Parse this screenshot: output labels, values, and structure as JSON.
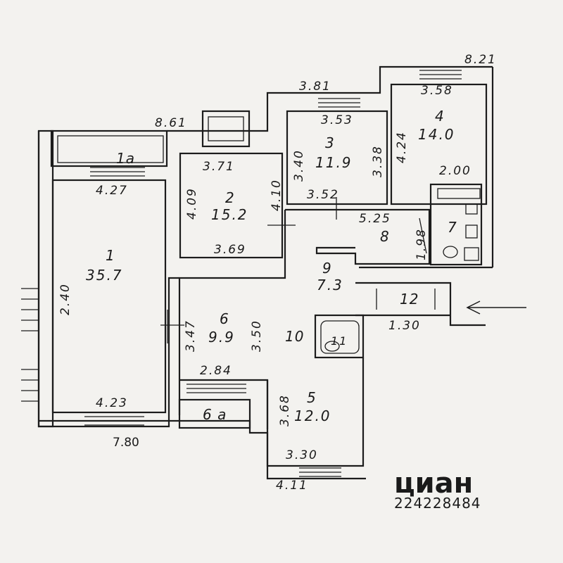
{
  "rooms": [
    {
      "id": "1a",
      "number": "1a"
    },
    {
      "id": "1",
      "number": "1",
      "area": "35.7"
    },
    {
      "id": "2",
      "number": "2",
      "area": "15.2"
    },
    {
      "id": "3",
      "number": "3",
      "area": "11.9"
    },
    {
      "id": "4",
      "number": "4",
      "area": "14.0"
    },
    {
      "id": "5",
      "number": "5",
      "area": "12.0"
    },
    {
      "id": "6",
      "number": "6",
      "area": "9.9"
    },
    {
      "id": "6a",
      "number": "6 a"
    },
    {
      "id": "7",
      "number": "7"
    },
    {
      "id": "8",
      "number": "8"
    },
    {
      "id": "9",
      "number": "9",
      "area": "7.3"
    },
    {
      "id": "10",
      "number": "10"
    },
    {
      "id": "11",
      "number": "11"
    },
    {
      "id": "12",
      "number": "12"
    }
  ],
  "dimensions": {
    "d_861": "8.61",
    "d_381": "3.81",
    "d_821": "8.21",
    "d_427": "4.27",
    "d_240": "2.40",
    "d_423": "4.23",
    "d_780": "7.80",
    "d_371": "3.71",
    "d_409": "4.09",
    "d_410": "4.10",
    "d_369": "3.69",
    "d_353": "3.53",
    "d_340": "3.40",
    "d_338": "3.38",
    "d_352": "3.52",
    "d_358": "3.58",
    "d_424": "4.24",
    "d_200": "2.00",
    "d_525": "5.25",
    "d_198": "1.98",
    "d_347": "3.47",
    "d_350": "3.50",
    "d_284": "2.84",
    "d_130": "1.30",
    "d_368": "3.68",
    "d_330": "3.30",
    "d_411": "4.11"
  },
  "watermark": {
    "brand": "циан",
    "id": "224228484"
  }
}
